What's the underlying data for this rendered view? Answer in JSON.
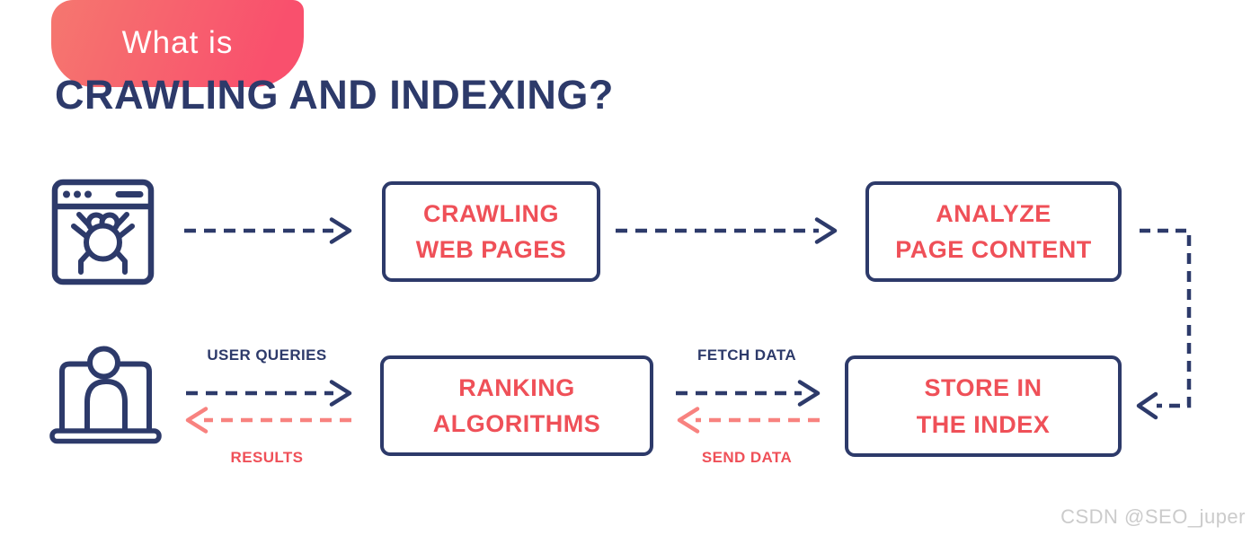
{
  "colors": {
    "navy": "#2d3a6a",
    "coral": "#ef5058",
    "coral_light": "#f8827f",
    "badge_grad_start": "#f5776f",
    "badge_grad_end": "#f9506d",
    "watermark_gray": "#cbcbcb",
    "background": "#ffffff"
  },
  "header": {
    "badge_label": "What is",
    "title": "CRAWLING AND INDEXING?"
  },
  "diagram": {
    "row1": {
      "crawler_icon_name": "browser-bug-icon",
      "crawling_box_label": "CRAWLING\nWEB PAGES",
      "analyze_box_label": "ANALYZE\nPAGE CONTENT"
    },
    "row2": {
      "user_icon_name": "laptop-user-icon",
      "user_queries_label": "USER QUERIES",
      "results_label": "RESULTS",
      "ranking_box_label": "RANKING\nALGORITHMS",
      "fetch_data_label": "FETCH DATA",
      "send_data_label": "SEND DATA",
      "store_box_label": "STORE IN\nTHE INDEX"
    }
  },
  "watermark": "CSDN @SEO_juper"
}
